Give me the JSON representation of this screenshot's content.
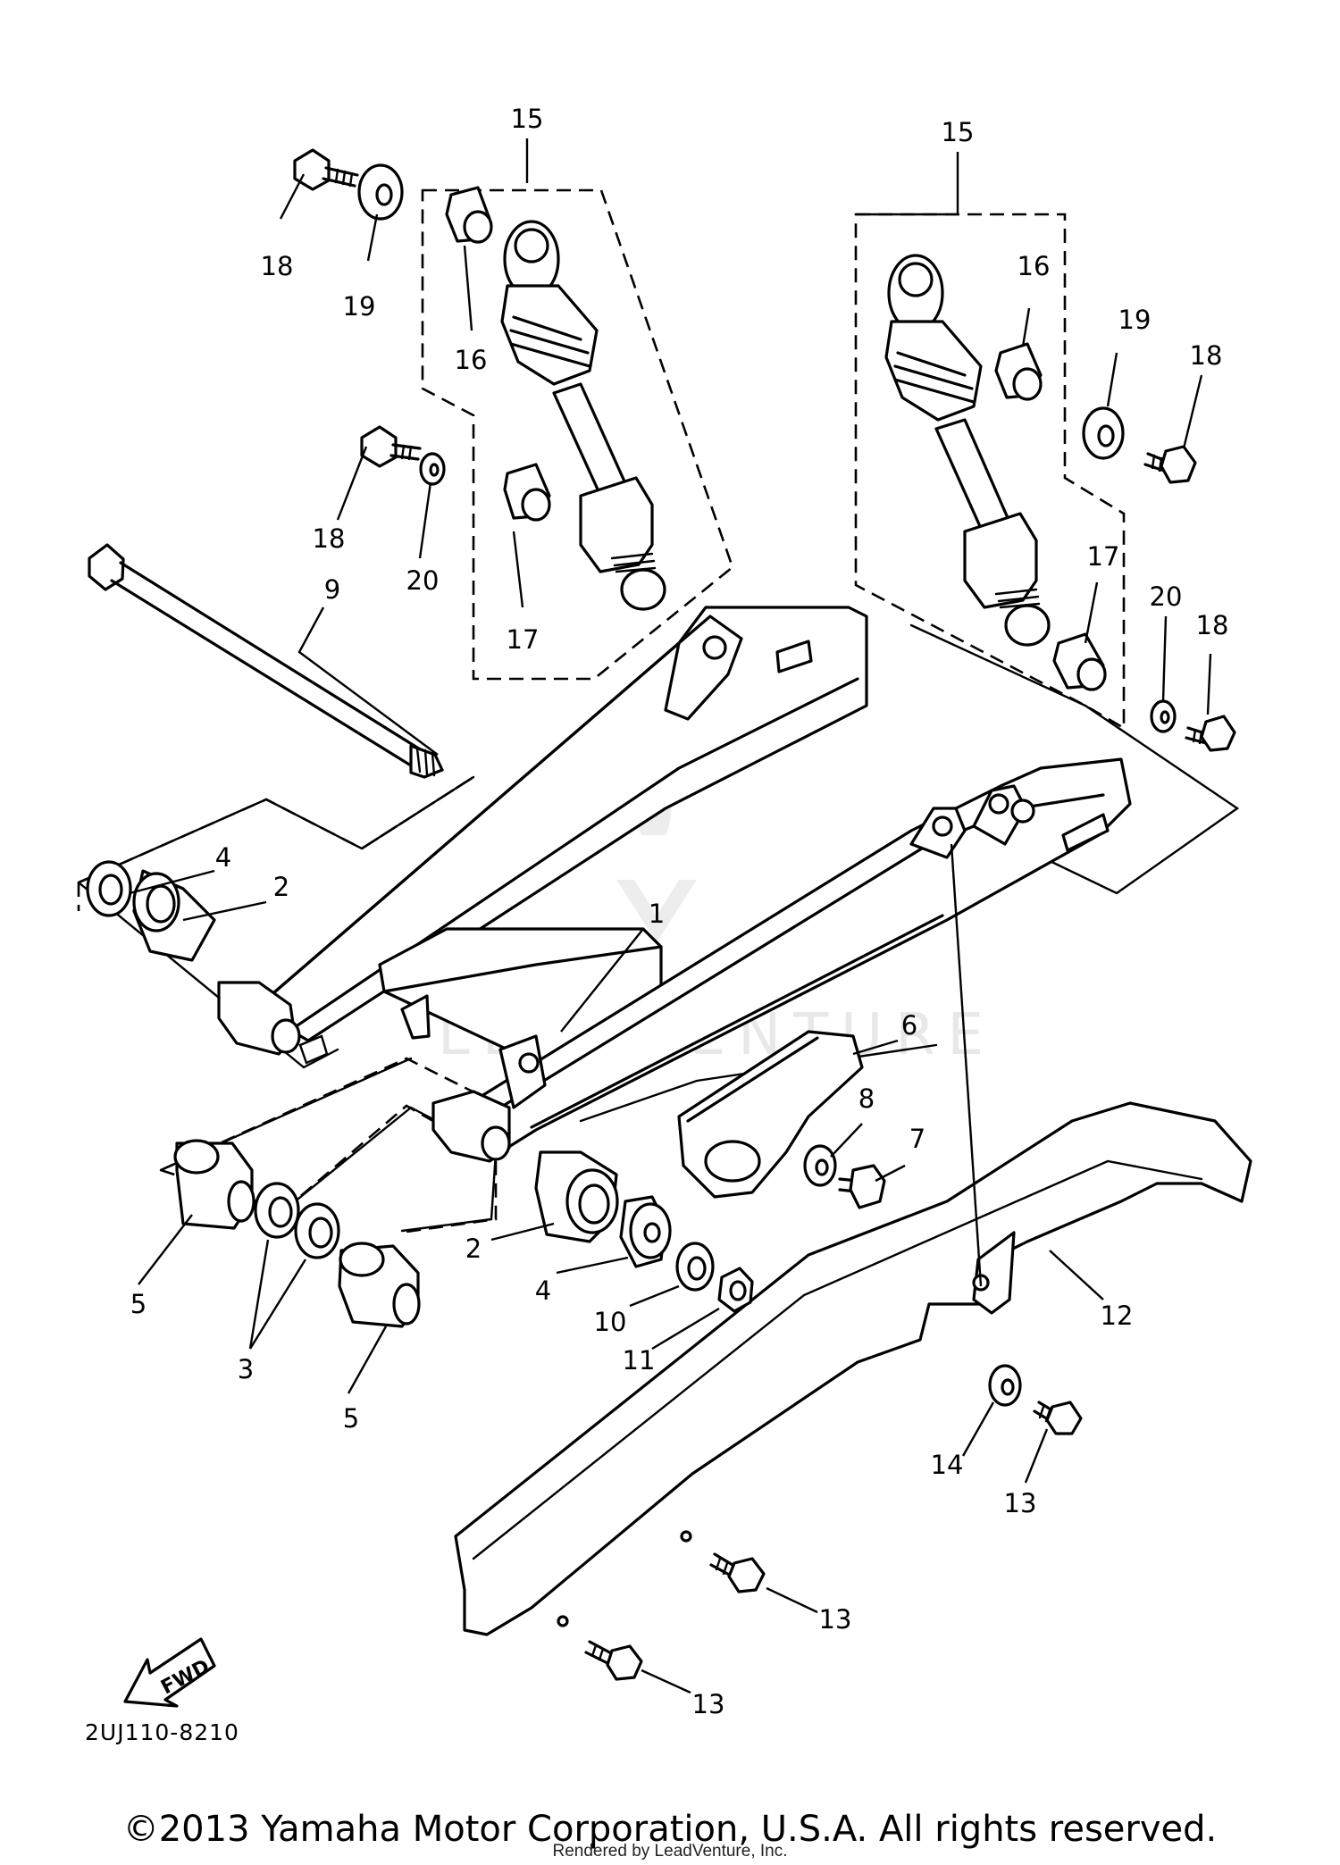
{
  "diagram": {
    "drawing_code": "2UJ110-8210",
    "fwd_label": "FWD",
    "watermark": "LEADVENTURE",
    "callouts": {
      "c1": "1",
      "c2a": "2",
      "c2b": "2",
      "c3": "3",
      "c4a": "4",
      "c4b": "4",
      "c5a": "5",
      "c5b": "5",
      "c6": "6",
      "c7": "7",
      "c8": "8",
      "c9": "9",
      "c10": "10",
      "c11": "11",
      "c12": "12",
      "c13a": "13",
      "c13b": "13",
      "c13c": "13",
      "c14": "14",
      "c15a": "15",
      "c15b": "15",
      "c16a": "16",
      "c16b": "16",
      "c17a": "17",
      "c17b": "17",
      "c18a": "18",
      "c18b": "18",
      "c18c": "18",
      "c18d": "18",
      "c19a": "19",
      "c19b": "19",
      "c20a": "20",
      "c20b": "20"
    }
  },
  "footer": {
    "copyright": "©2013 Yamaha Motor Corporation, U.S.A. All rights reserved.",
    "rendered_by": "Rendered by LeadVenture, Inc."
  }
}
